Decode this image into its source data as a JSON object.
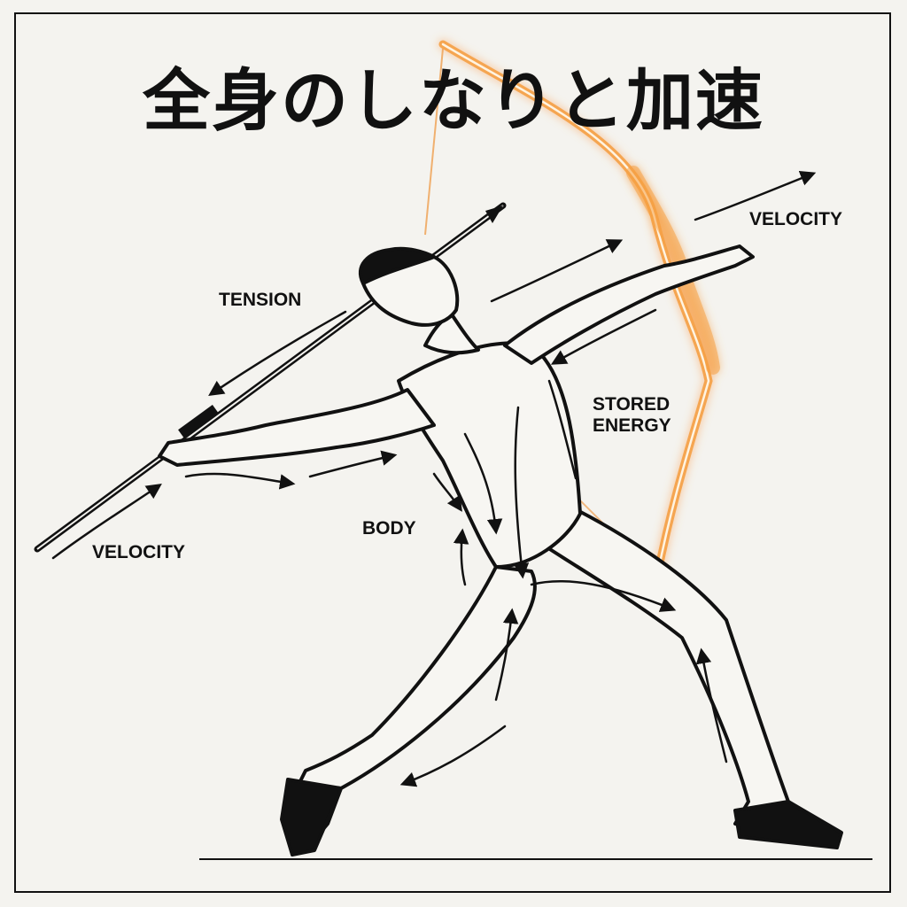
{
  "title": "全身のしなりと加速",
  "labels": {
    "tension": "TENSION",
    "velocity_right": "VELOCITY",
    "stored_energy_line1": "STORED",
    "stored_energy_line2": "ENERGY",
    "body": "BODY",
    "velocity_left": "VELOCITY"
  },
  "colors": {
    "ink": "#111111",
    "bow_glow": "#f5a043",
    "background": "#f4f3ef"
  },
  "icons": [
    "arrow-icon",
    "bow-icon",
    "javelin-icon",
    "athlete-figure"
  ]
}
